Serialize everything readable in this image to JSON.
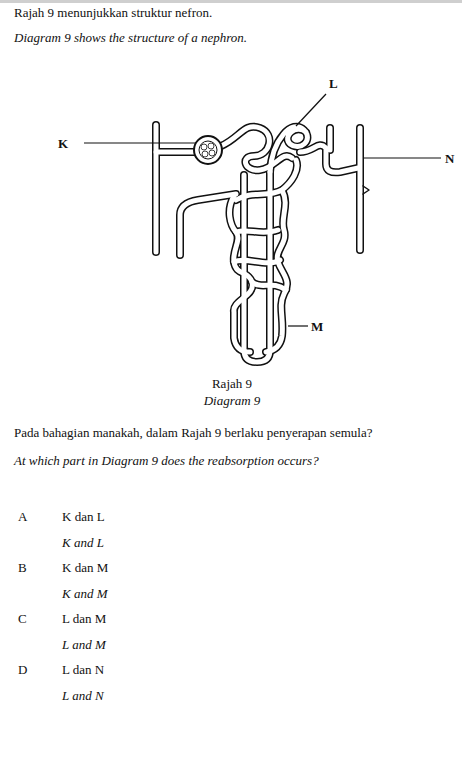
{
  "diagram": {
    "labels": [
      "Rajah 9 menunjukkan struktur nefron.",
      "Diagram 9 shows the structure of a nephron.",
      "L",
      "K",
      "N",
      "M",
      "Rajah 9",
      "Diagram 9",
      "Pada bahagian manakah, dalam Rajah 9 berlaku penyerapan semula?",
      "At which part in Diagram 9 does the reabsorption occurs?",
      "A",
      "K dan L",
      "K and L",
      "B",
      "K dan M",
      "K and M",
      "C",
      "L dan M",
      "L and M",
      "D",
      "L dan N",
      "L and N"
    ]
  }
}
